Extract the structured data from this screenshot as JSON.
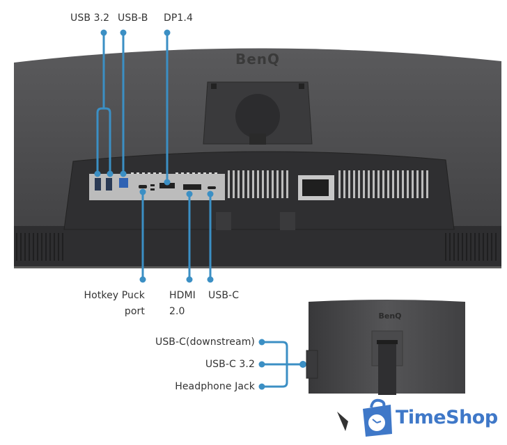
{
  "top_labels": {
    "usb32": "USB 3.2",
    "usbb": "USB-B",
    "dp": "DP1.4"
  },
  "bottom_labels": {
    "hotkey_line1": "Hotkey Puck",
    "hotkey_line2": "port",
    "hdmi_line1": "HDMI",
    "hdmi_line2": "2.0",
    "usbc": "USB-C"
  },
  "side_labels": {
    "usbc_down": "USB-C(downstream)",
    "usbc32": "USB-C 3.2",
    "headphone": "Headphone Jack"
  },
  "brand": {
    "monitor_logo": "BenQ",
    "inset_logo": "BenQ"
  },
  "watermark": {
    "name": "TimeShop",
    "color": "#3f78c8"
  },
  "colors": {
    "callout": "#3b8fc4",
    "monitor_body": "#4a4a4c",
    "io_panel": "#bdbdbd"
  }
}
